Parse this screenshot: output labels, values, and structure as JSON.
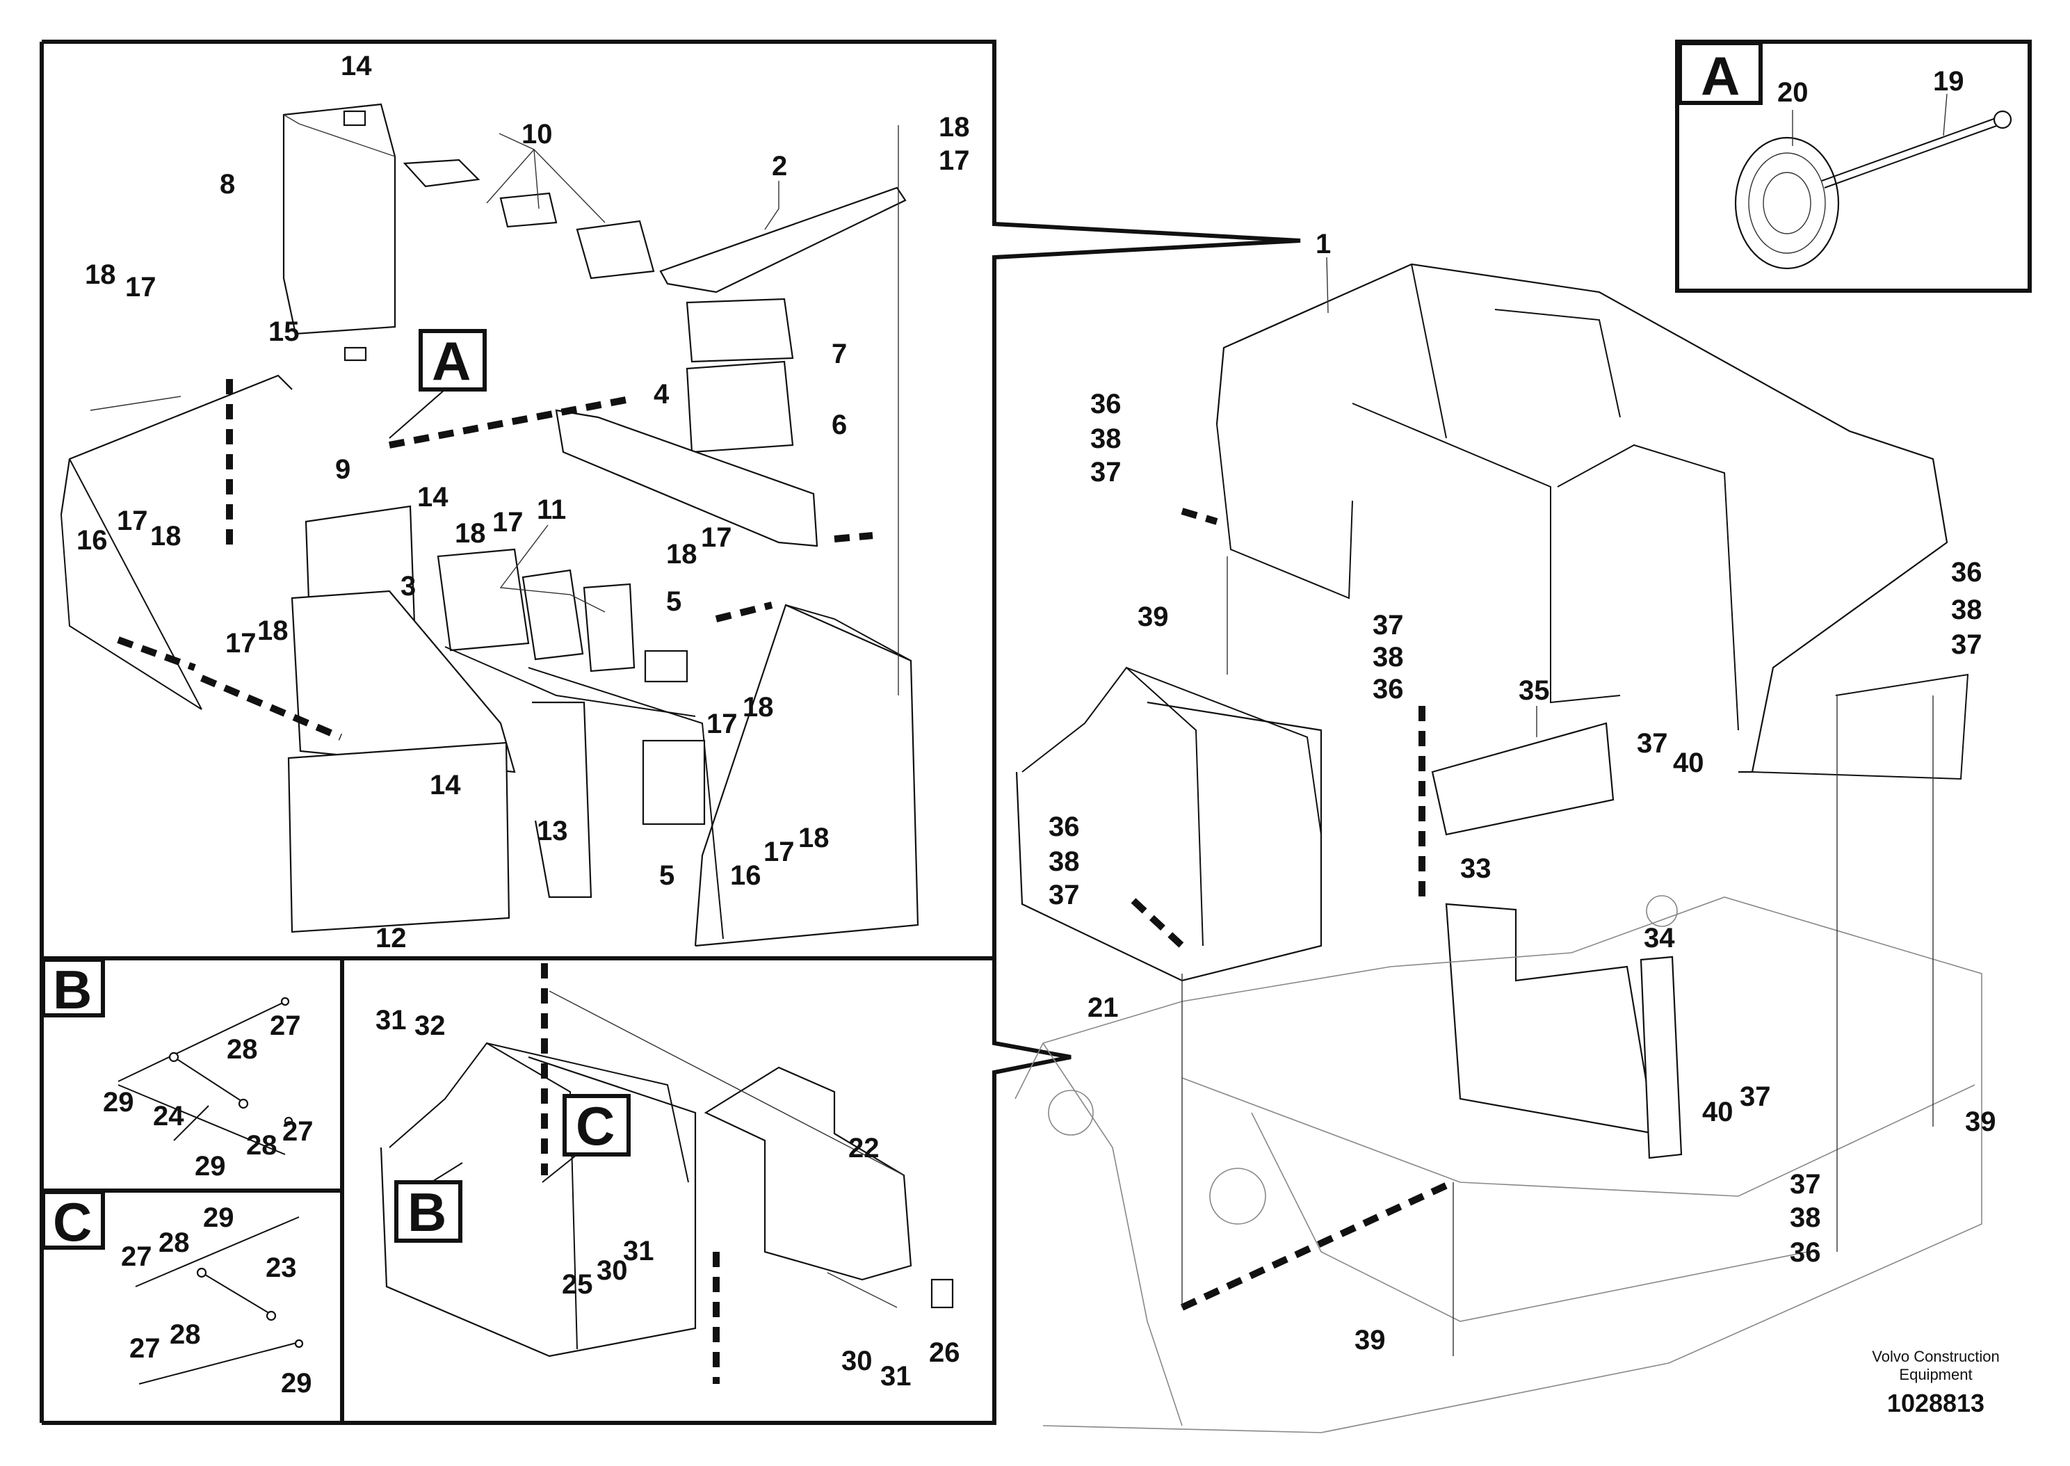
{
  "inset_letters": {
    "a": "A",
    "b": "B",
    "c": "C"
  },
  "callouts": {
    "main_a": "A",
    "main_b": "B",
    "main_c": "C"
  },
  "labels": {
    "l14a": "14",
    "l8": "8",
    "l10": "10",
    "l2": "2",
    "l18a": "18",
    "l17a": "17",
    "l18b": "18",
    "l17b": "17",
    "l15": "15",
    "l7": "7",
    "l6": "6",
    "l4": "4",
    "l9": "9",
    "l14b": "14",
    "l16a": "16",
    "l17c": "17",
    "l18c": "18",
    "l18d": "18",
    "l17d": "17",
    "l11": "11",
    "l3": "3",
    "l17e": "17",
    "l18e": "18",
    "l18f": "18",
    "l17f": "17",
    "l5a": "5",
    "l17g": "17",
    "l18g": "18",
    "l14c": "14",
    "l13": "13",
    "l16b": "16",
    "l17h": "17",
    "l18h": "18",
    "l5b": "5",
    "l12": "12",
    "l1": "1",
    "l36a": "36",
    "l38a": "38",
    "l37a": "37",
    "l39a": "39",
    "l37b": "37",
    "l38b": "38",
    "l36b": "36",
    "l35": "35",
    "l37c": "37",
    "l40a": "40",
    "l36c": "36",
    "l38c": "38",
    "l37d": "37",
    "l33": "33",
    "l34": "34",
    "l21": "21",
    "l36d": "36",
    "l38d": "38",
    "l37e": "37",
    "l40b": "40",
    "l37f": "37",
    "l39b": "39",
    "l37g": "37",
    "l38e": "38",
    "l36e": "36",
    "l39c": "39",
    "l20": "20",
    "l19": "19",
    "b28a": "28",
    "b27a": "27",
    "b29a": "29",
    "b24": "24",
    "b28b": "28",
    "b27b": "27",
    "b29b": "29",
    "c29a": "29",
    "c27a": "27",
    "c28a": "28",
    "c23": "23",
    "c27b": "27",
    "c28b": "28",
    "c29b": "29",
    "l31a": "31",
    "l32": "32",
    "l22": "22",
    "l25": "25",
    "l30a": "30",
    "l31b": "31",
    "l30b": "30",
    "l31c": "31",
    "l26": "26"
  },
  "footer": {
    "brand_line1": "Volvo Construction",
    "brand_line2": "Equipment",
    "doc_number": "1028813"
  }
}
